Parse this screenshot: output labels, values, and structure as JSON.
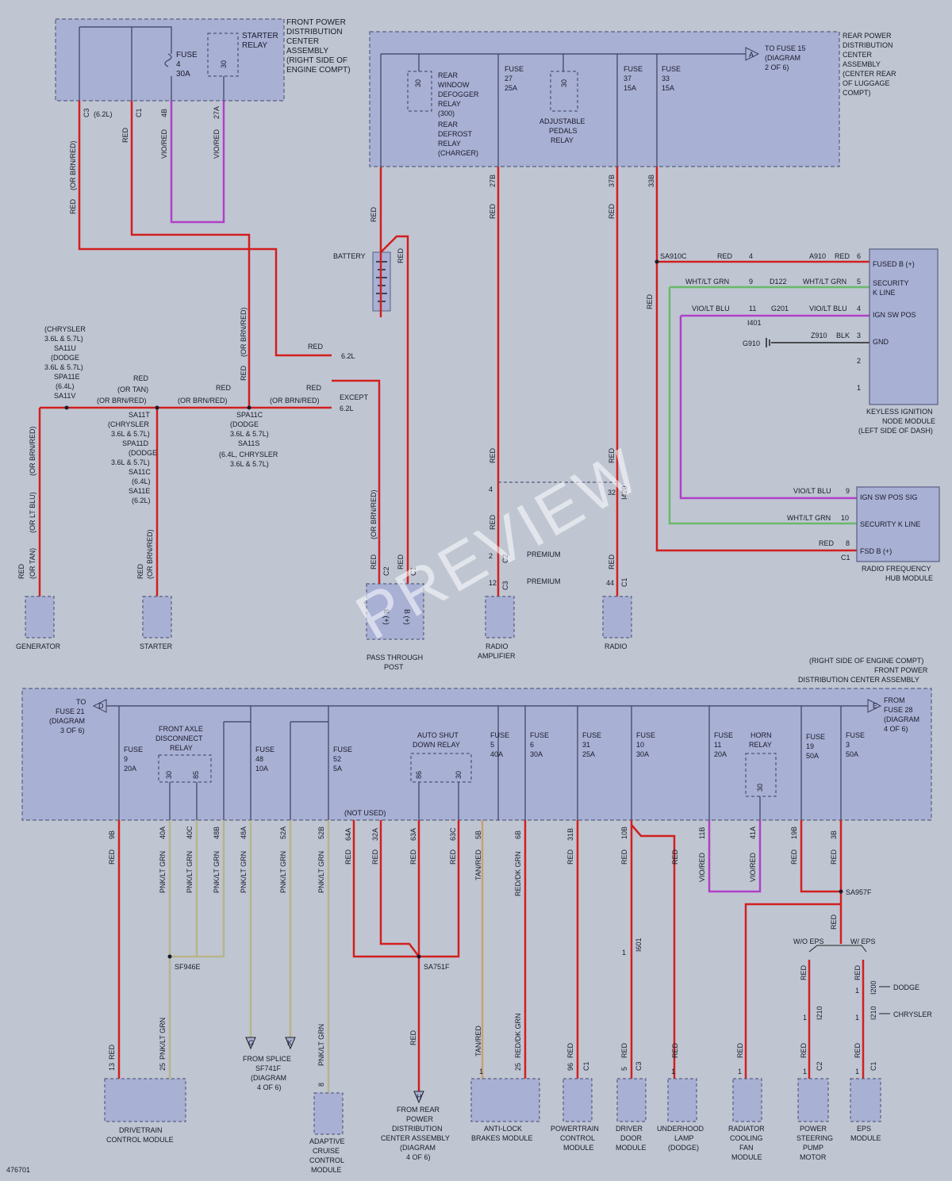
{
  "diagram_id": "476701",
  "watermark": "PREVIEW",
  "front_pdc_top": {
    "name": [
      "FRONT POWER",
      "DISTRIBUTION",
      "CENTER",
      "ASSEMBLY",
      "(RIGHT SIDE OF",
      "ENGINE COMPT)"
    ],
    "fuse4": [
      "FUSE",
      "4",
      "30A"
    ],
    "starter_relay": [
      "STARTER",
      "RELAY"
    ],
    "relay_pin": "30",
    "pins": [
      "C3",
      "(6.2L)",
      "C1",
      "4B",
      "27A"
    ]
  },
  "rear_pdc": {
    "name": [
      "REAR POWER",
      "DISTRIBUTION",
      "CENTER",
      "ASSEMBLY",
      "(CENTER REAR",
      "OF LUGGAGE",
      "COMPT)"
    ],
    "to_fuse": [
      "TO FUSE 15",
      "(DIAGRAM",
      "2 OF 6)"
    ],
    "connector": "A",
    "defogger_relay": [
      "REAR",
      "WINDOW",
      "DEFOGGER",
      "RELAY",
      "(300)",
      "REAR",
      "DEFROST",
      "RELAY",
      "(CHARGER)"
    ],
    "fuse27": [
      "FUSE",
      "27",
      "25A"
    ],
    "pedals_relay": [
      "ADJUSTABLE",
      "PEDALS",
      "RELAY"
    ],
    "fuse37": [
      "FUSE",
      "37",
      "15A"
    ],
    "fuse33": [
      "FUSE",
      "33",
      "15A"
    ],
    "relay_pin": "30",
    "pins": [
      "27B",
      "37B",
      "33B"
    ]
  },
  "wire_labels": {
    "red": "RED",
    "vio_red": "VIO/RED",
    "or_brn_red": "(OR BRN/RED)",
    "or_lt_blu": "(OR LT BLU)",
    "or_tan": "(OR TAN)",
    "wht_lt_grn": "WHT/LT GRN",
    "vio_lt_blu": "VIO/LT BLU",
    "blk": "BLK",
    "pnk_lt_grn": "PNK/LT GRN",
    "tan_red": "TAN/RED",
    "red_dk_grn": "RED/DK GRN"
  },
  "battery": "BATTERY",
  "splices_left": {
    "chrysler_block": [
      "(CHRYSLER",
      "3.6L & 5.7L)",
      "SA11U",
      "(DODGE",
      "3.6L & 5.7L)",
      "SPA11E",
      "(6.4L)",
      "SA11V"
    ],
    "mid_block": [
      "SA11T",
      "(CHRYSLER",
      "3.6L & 5.7L)",
      "SPA11D",
      "(DODGE",
      "3.6L & 5.7L)",
      "SA11C",
      "(6.4L)",
      "SA11E",
      "(6.2L)"
    ],
    "right_block": [
      "SPA11C",
      "(DODGE",
      "3.6L & 5.7L)",
      "SA11S",
      "(6.4L, CHRYSLER",
      "3.6L & 5.7L)"
    ],
    "red_or_tan": [
      "RED",
      "(OR TAN)",
      "(OR BRN/RED)"
    ],
    "engine_62": "6.2L",
    "engine_except": [
      "EXCEPT",
      "6.2L"
    ]
  },
  "components_top": {
    "generator": "GENERATOR",
    "starter": "STARTER",
    "pass_through": [
      "PASS THROUGH",
      "POST"
    ],
    "pt_pins": [
      "C2",
      "C1",
      "B (+)",
      "B (+)"
    ],
    "radio_amp": [
      "RADIO",
      "AMPLIFIER"
    ],
    "amp_pins": [
      "4",
      "2",
      "C2",
      "12",
      "C3"
    ],
    "premium": "PREMIUM",
    "radio": "RADIO",
    "radio_pins": [
      "32",
      "I420",
      "44",
      "C1"
    ]
  },
  "keyless": {
    "name": [
      "KEYLESS IGNITION",
      "NODE MODULE",
      "(LEFT SIDE OF DASH)"
    ],
    "pins": [
      {
        "num": "6",
        "label": "FUSED B (+)",
        "circuit": "A910",
        "color": "RED"
      },
      {
        "num": "5",
        "label": "SECURITY",
        "label2": "K LINE",
        "circuit": "D122",
        "color": "WHT/LT GRN"
      },
      {
        "num": "4",
        "label": "IGN SW POS",
        "circuit": "G201",
        "color": "VIO/LT BLU"
      },
      {
        "num": "3",
        "label": "GND",
        "circuit": "Z910",
        "color": "BLK"
      },
      {
        "num": "2",
        "label": ""
      },
      {
        "num": "1",
        "label": ""
      }
    ],
    "splice": "SA910C",
    "inline_pins": [
      "4",
      "9",
      "11",
      "I401"
    ],
    "ground": "G910"
  },
  "rf_hub": {
    "name": [
      "RADIO FREQUENCY",
      "HUB MODULE"
    ],
    "pins": [
      {
        "num": "9",
        "label": "IGN SW POS SIG",
        "color": "VIO/LT BLU"
      },
      {
        "num": "10",
        "label": "SECURITY K LINE",
        "color": "WHT/LT GRN"
      },
      {
        "num": "8",
        "label": "FSD B (+)",
        "color": "RED"
      }
    ],
    "connector": "C1"
  },
  "front_pdc_bottom": {
    "name": [
      "(RIGHT SIDE OF ENGINE COMPT)",
      "FRONT POWER",
      "DISTRIBUTION CENTER ASSEMBLY"
    ],
    "to_fuse21": [
      "TO",
      "FUSE 21",
      "(DIAGRAM",
      "3 OF 6)"
    ],
    "conn_d": "D",
    "from_fuse28": [
      "FROM",
      "FUSE 28",
      "(DIAGRAM",
      "4 OF 6)"
    ],
    "conn_e": "E",
    "not_used": "(NOT USED)",
    "fuses": [
      [
        "FUSE",
        "9",
        "20A"
      ],
      [
        "FRONT AXLE",
        "DISCONNECT",
        "RELAY"
      ],
      [
        "FUSE",
        "48",
        "10A"
      ],
      [
        "FUSE",
        "52",
        "5A"
      ],
      [
        "AUTO SHUT",
        "DOWN RELAY"
      ],
      [
        "FUSE",
        "5",
        "40A"
      ],
      [
        "FUSE",
        "6",
        "30A"
      ],
      [
        "FUSE",
        "31",
        "25A"
      ],
      [
        "FUSE",
        "10",
        "30A"
      ],
      [
        "FUSE",
        "11",
        "20A"
      ],
      [
        "HORN",
        "RELAY"
      ],
      [
        "FUSE",
        "19",
        "50A"
      ],
      [
        "FUSE",
        "3",
        "50A"
      ]
    ],
    "relay_pins": [
      "30",
      "85",
      "86",
      "30",
      "30"
    ],
    "cavities": [
      "9B",
      "40A",
      "40C",
      "48B",
      "48A",
      "52A",
      "52B",
      "64A",
      "32A",
      "63A",
      "63C",
      "5B",
      "6B",
      "31B",
      "10B",
      "11B",
      "41A",
      "19B",
      "3B"
    ]
  },
  "splices_bottom": {
    "sf946e": "SF946E",
    "sa751f": "SA751F",
    "sa957f": "SA957F",
    "wo_eps": "W/O EPS",
    "w_eps": "W/ EPS",
    "i601": "I601",
    "i210a": "I210",
    "i200": "I200",
    "i210b": "I210",
    "dodge": "DODGE",
    "chrysler": "CHRYSLER",
    "conn_g": "G",
    "conn_k": "K",
    "conn_h": "H",
    "from_splice": [
      "FROM SPLICE",
      "SF741F",
      "(DIAGRAM",
      "4 OF 6)"
    ],
    "from_rear": [
      "FROM REAR",
      "POWER",
      "DISTRIBUTION",
      "CENTER ASSEMBLY",
      "(DIAGRAM",
      "4 OF 6)"
    ]
  },
  "modules_bottom": [
    {
      "name": [
        "DRIVETRAIN",
        "CONTROL MODULE"
      ],
      "pins": [
        "13",
        "25"
      ]
    },
    {
      "name": [
        "ADAPTIVE",
        "CRUISE",
        "CONTROL",
        "MODULE"
      ],
      "pins": [
        "8"
      ]
    },
    {
      "name": [
        "ANTI-LOCK",
        "BRAKES MODULE"
      ],
      "pins": [
        "1",
        "25"
      ]
    },
    {
      "name": [
        "POWERTRAIN",
        "CONTROL",
        "MODULE"
      ],
      "pins": [
        "96",
        "C1"
      ]
    },
    {
      "name": [
        "DRIVER",
        "DOOR",
        "MODULE"
      ],
      "pins": [
        "5",
        "C3",
        "1"
      ]
    },
    {
      "name": [
        "UNDERHOOD",
        "LAMP",
        "(DODGE)"
      ],
      "pins": [
        "1"
      ]
    },
    {
      "name": [
        "RADIATOR",
        "COOLING",
        "FAN",
        "MODULE"
      ],
      "pins": [
        "1"
      ]
    },
    {
      "name": [
        "POWER",
        "STEERING",
        "PUMP",
        "MOTOR"
      ],
      "pins": [
        "1",
        "C2",
        "1"
      ]
    },
    {
      "name": [
        "EPS",
        "MODULE"
      ],
      "pins": [
        "1",
        "C1",
        "1",
        "1"
      ]
    }
  ]
}
